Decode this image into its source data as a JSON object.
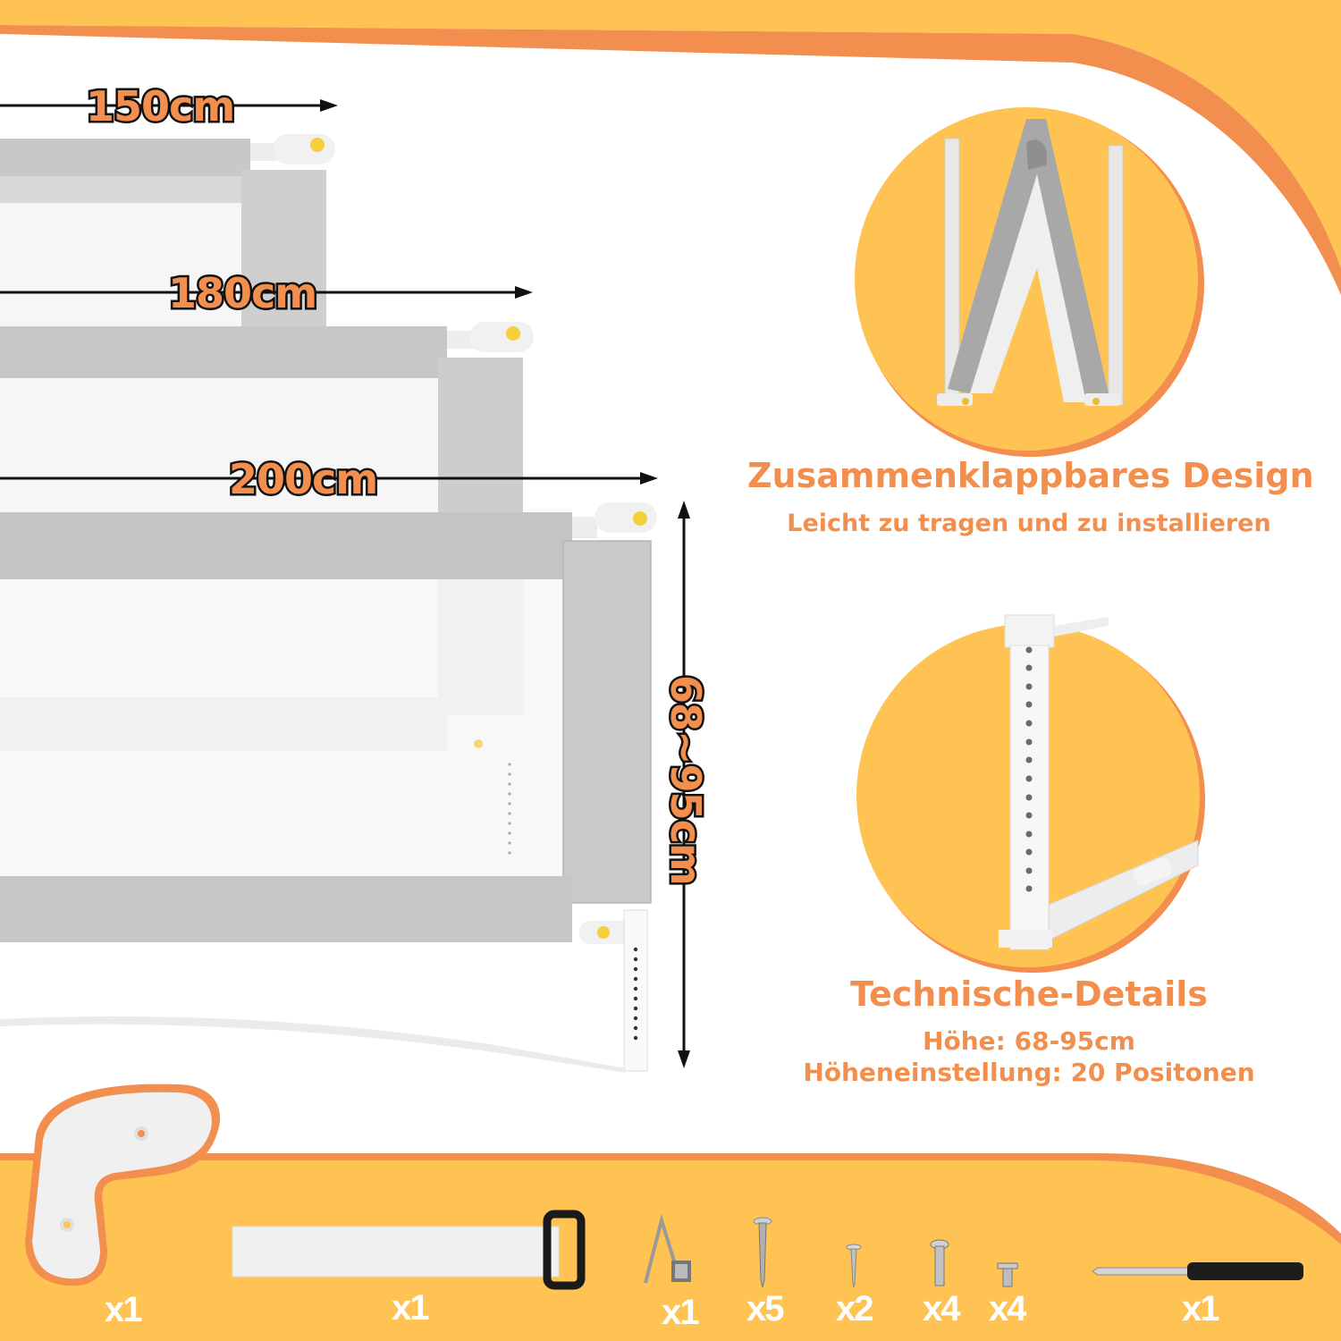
{
  "colors": {
    "yellow": "#fec352",
    "orange": "#f38f4e",
    "rail_gray": "#c9c9c9",
    "mesh_white": "#f4f4f4",
    "button_yellow": "#f7cf3a",
    "outline_black": "#111111"
  },
  "dimensions": {
    "width_150": "150cm",
    "width_180": "180cm",
    "width_200": "200cm",
    "height_range": "68~95cm"
  },
  "features": [
    {
      "id": "foldable",
      "title": "Zusammenklappbares Design",
      "lines": [
        "Leicht zu tragen und zu installieren"
      ],
      "image": "folded-bed-rail-photo"
    },
    {
      "id": "technical",
      "title": "Technische-Details",
      "lines": [
        "Höhe: 68-95cm",
        "Höheneinstellung: 20 Positonen"
      ],
      "image": "height-adjustment-pole-photo"
    }
  ],
  "parts": [
    {
      "name": "l-shaped-bracket",
      "qty": "x1"
    },
    {
      "name": "fixing-strap",
      "qty": "x1"
    },
    {
      "name": "spring-clip",
      "qty": "x1"
    },
    {
      "name": "long-wood-screw",
      "qty": "x5"
    },
    {
      "name": "short-wood-screw",
      "qty": "x2"
    },
    {
      "name": "machine-bolt",
      "qty": "x4"
    },
    {
      "name": "short-bolt",
      "qty": "x4"
    },
    {
      "name": "screwdriver",
      "qty": "x1"
    }
  ]
}
